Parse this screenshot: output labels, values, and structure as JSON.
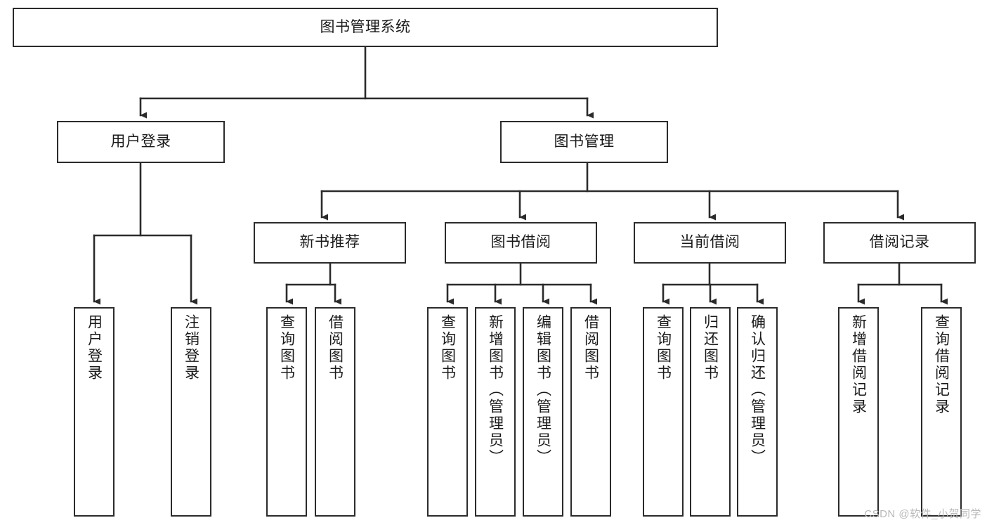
{
  "diagram": {
    "title": "图书管理系统",
    "type": "tree",
    "watermark": "CSDN @软件_小贺同学",
    "colors": {
      "background": "#ffffff",
      "box_border": "#2b2b2b",
      "box_fill": "#ffffff",
      "text": "#1a1a1a",
      "connector": "#2b2b2b",
      "watermark": "#b9b9b9"
    },
    "root": {
      "label": "图书管理系统"
    },
    "level1": [
      {
        "label": "用户登录"
      },
      {
        "label": "图书管理"
      }
    ],
    "level2": [
      {
        "label": "新书推荐"
      },
      {
        "label": "图书借阅"
      },
      {
        "label": "当前借阅"
      },
      {
        "label": "借阅记录"
      }
    ],
    "leaves": {
      "user_login": [
        {
          "label": "用户登录"
        },
        {
          "label": "注销登录"
        }
      ],
      "new_book": [
        {
          "label": "查询图书"
        },
        {
          "label": "借阅图书"
        }
      ],
      "book_borrow": [
        {
          "label": "查询图书"
        },
        {
          "label": "新增图书（管理员）"
        },
        {
          "label": "编辑图书（管理员）"
        },
        {
          "label": "借阅图书"
        }
      ],
      "current_borrow": [
        {
          "label": "查询图书"
        },
        {
          "label": "归还图书"
        },
        {
          "label": "确认归还（管理员）"
        }
      ],
      "borrow_record": [
        {
          "label": "新增借阅记录"
        },
        {
          "label": "查询借阅记录"
        }
      ]
    }
  }
}
